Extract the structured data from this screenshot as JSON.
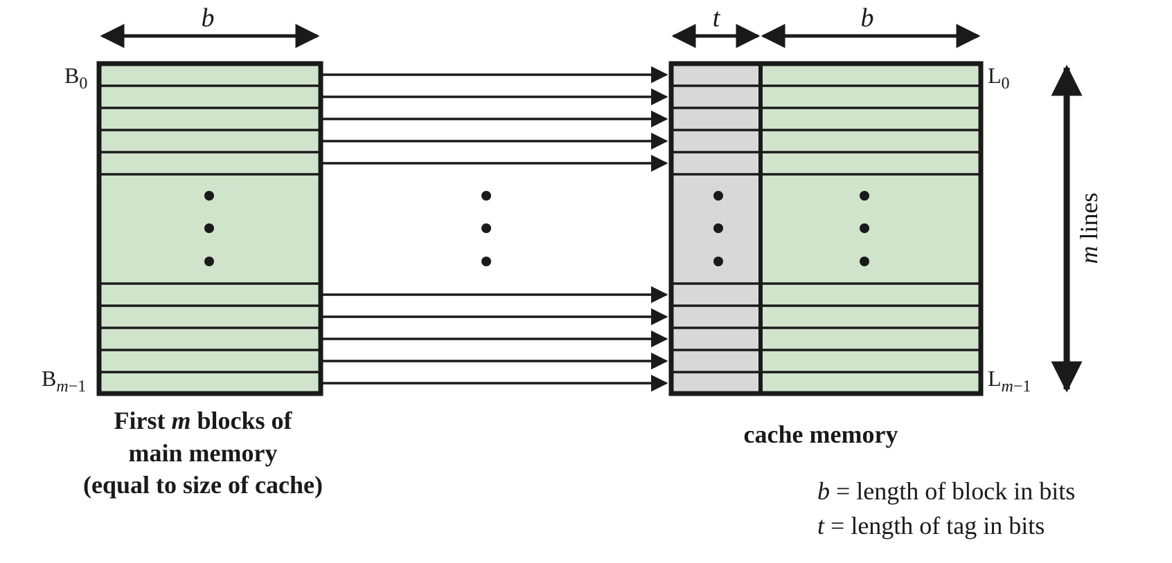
{
  "dimension_labels": {
    "main_block_width": "b",
    "tag_width": "t",
    "cache_block_width": "b",
    "lines_variable": "m",
    "lines_word": "lines"
  },
  "main_memory": {
    "first_label": {
      "base": "B",
      "sub": "0"
    },
    "last_label": {
      "base": "B",
      "sub_var": "m",
      "sub_rest": "−1"
    },
    "caption": {
      "line1_pre": "First ",
      "line1_var": "m",
      "line1_post": " blocks of",
      "line2": "main memory",
      "line3": "(equal to size of cache)"
    }
  },
  "cache_memory": {
    "first_label": {
      "base": "L",
      "sub": "0"
    },
    "last_label": {
      "base": "L",
      "sub_var": "m",
      "sub_rest": "−1"
    },
    "caption": "cache memory"
  },
  "legend": [
    {
      "symbol": "b",
      "text": " = length of block in bits"
    },
    {
      "symbol": "t",
      "text": " = length of tag in bits"
    }
  ],
  "colors": {
    "block_fill": "#d0e4cc",
    "tag_fill": "#d8d8d8",
    "stroke": "#1a1a1a"
  }
}
